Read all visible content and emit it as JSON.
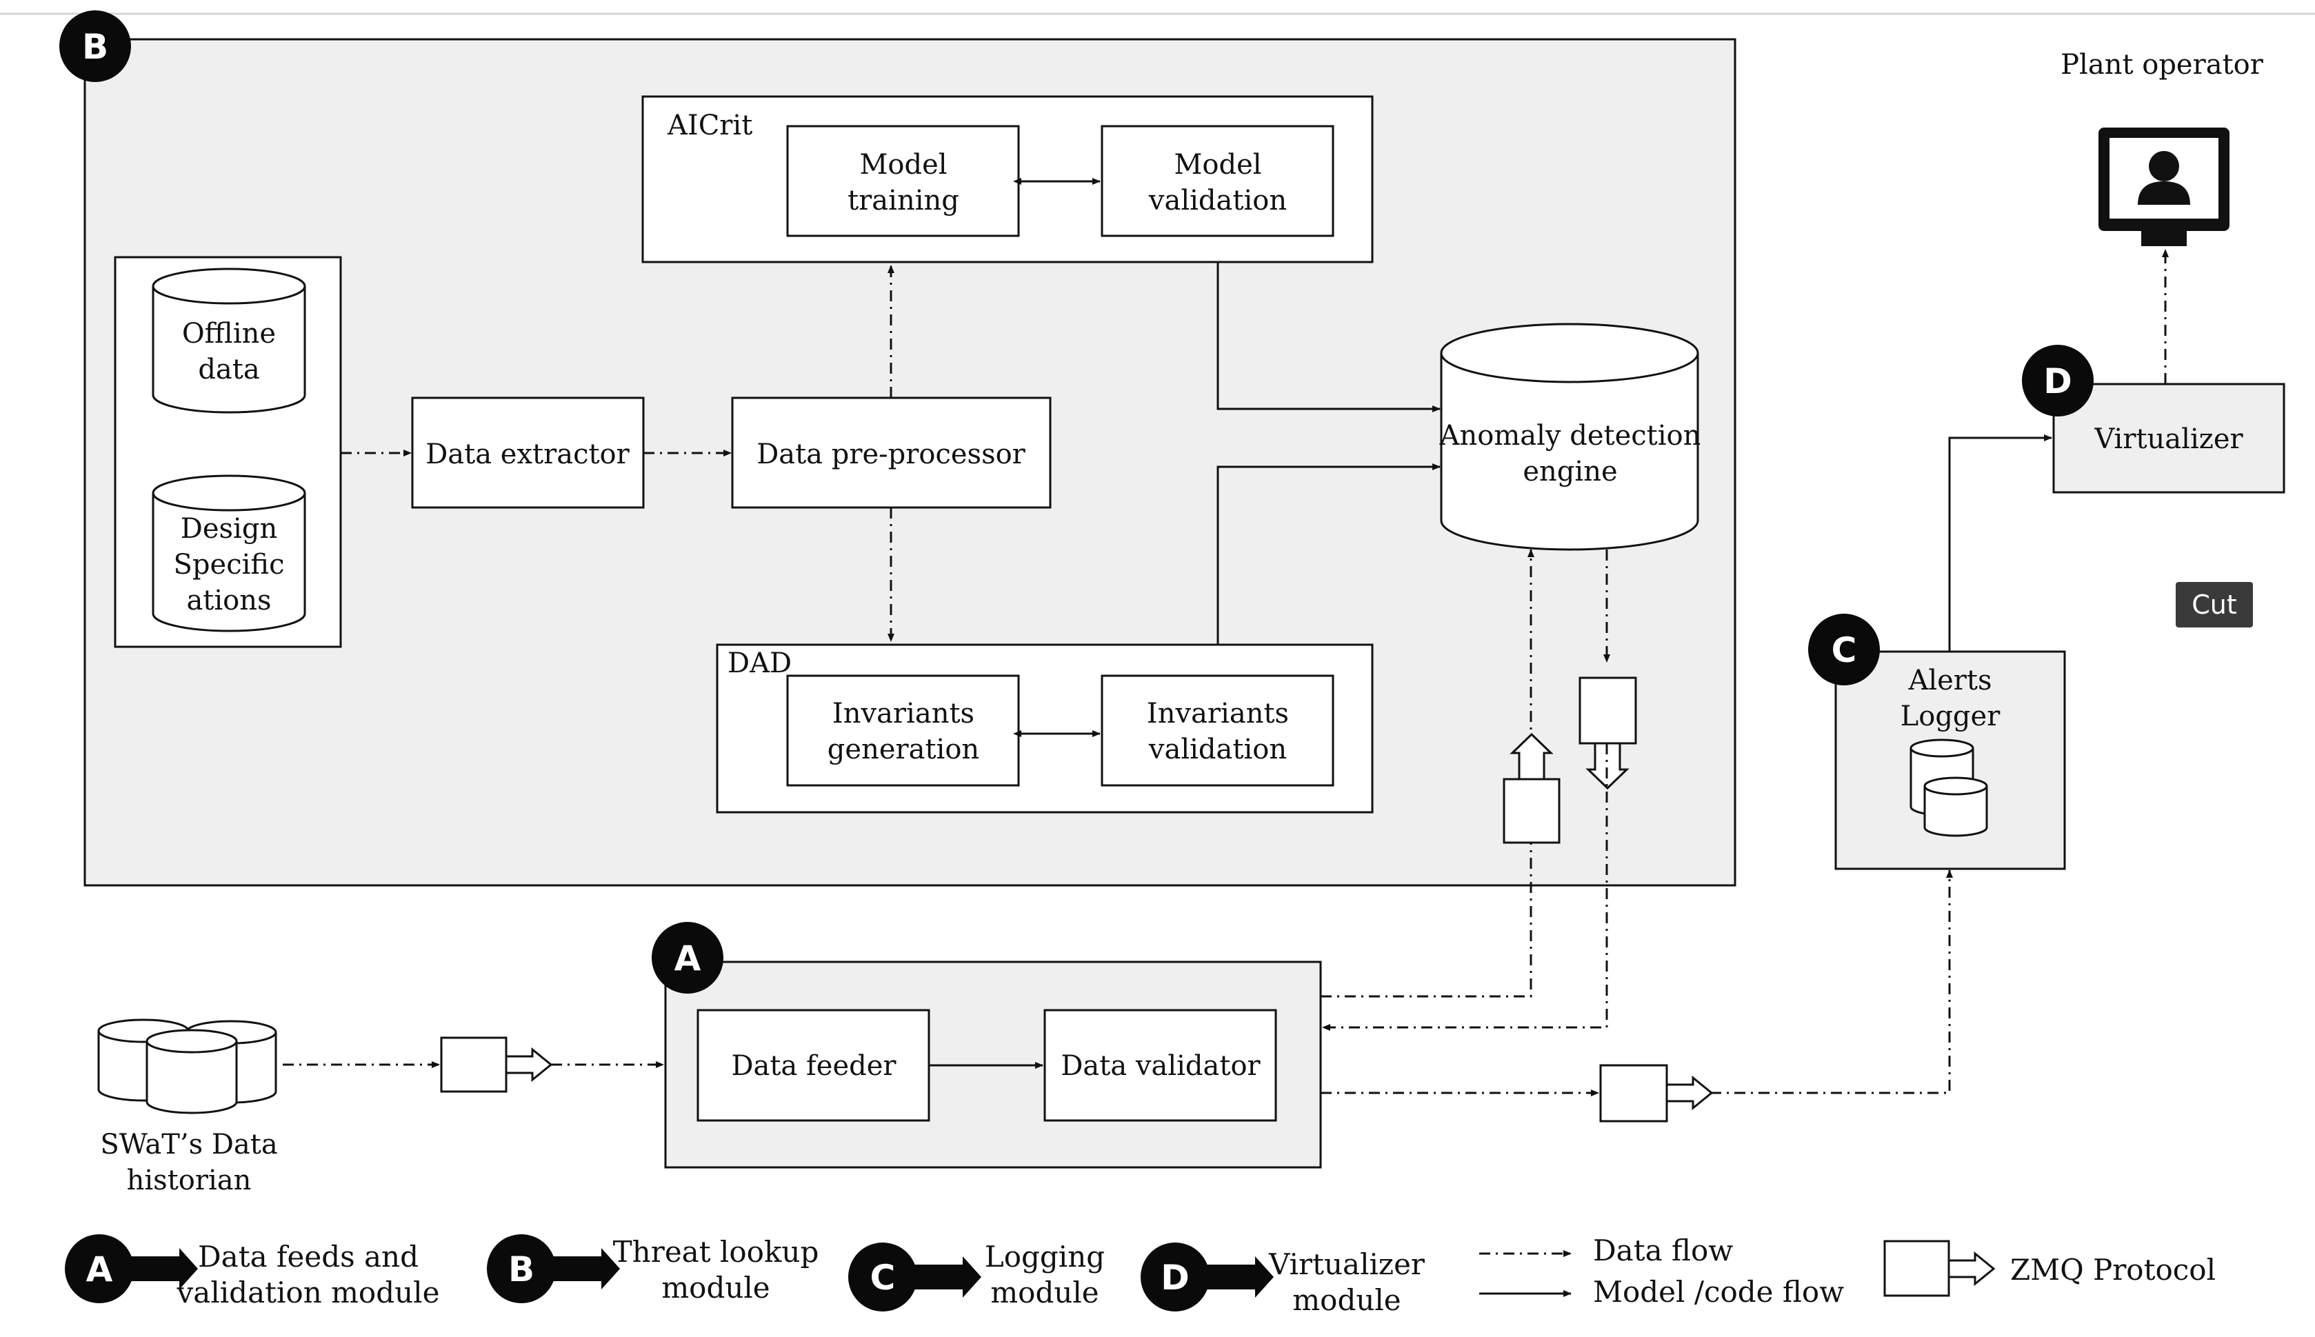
{
  "badges": {
    "a": "A",
    "b": "B",
    "c": "C",
    "d": "D"
  },
  "threat_module": {
    "aicrit": {
      "title": "AICrit",
      "model_training": [
        "Model",
        "training"
      ],
      "model_validation": [
        "Model",
        "validation"
      ]
    },
    "offline_data": [
      "Offline",
      "data"
    ],
    "design_specs": [
      "Design",
      "Specific",
      "ations"
    ],
    "data_extractor": "Data extractor",
    "data_preprocessor": "Data pre-processor",
    "dad": {
      "title": "DAD",
      "invariants_generation": [
        "Invariants",
        "generation"
      ],
      "invariants_validation": [
        "Invariants",
        "validation"
      ]
    },
    "anomaly_engine": [
      "Anomaly detection",
      "engine"
    ]
  },
  "plant_operator": "Plant operator",
  "virtualizer": "Virtualizer",
  "alerts_logger": [
    "Alerts",
    "Logger"
  ],
  "cut_button": "Cut",
  "historian": [
    "SWaT’s Data",
    "historian"
  ],
  "feeds_module": {
    "data_feeder": "Data feeder",
    "data_validator": "Data validator"
  },
  "legend": {
    "a": [
      "Data feeds and",
      "validation module"
    ],
    "b": [
      "Threat lookup",
      "module"
    ],
    "c": [
      "Logging",
      "module"
    ],
    "d": [
      "Virtualizer",
      "module"
    ],
    "data_flow": "Data flow",
    "model_flow": "Model /code flow",
    "zmq": "ZMQ Protocol"
  },
  "colors": {
    "panel_fill": "#efefef",
    "stroke": "#111111",
    "badge": "#0a0a0a",
    "cut_bg": "#3a3a3a"
  }
}
